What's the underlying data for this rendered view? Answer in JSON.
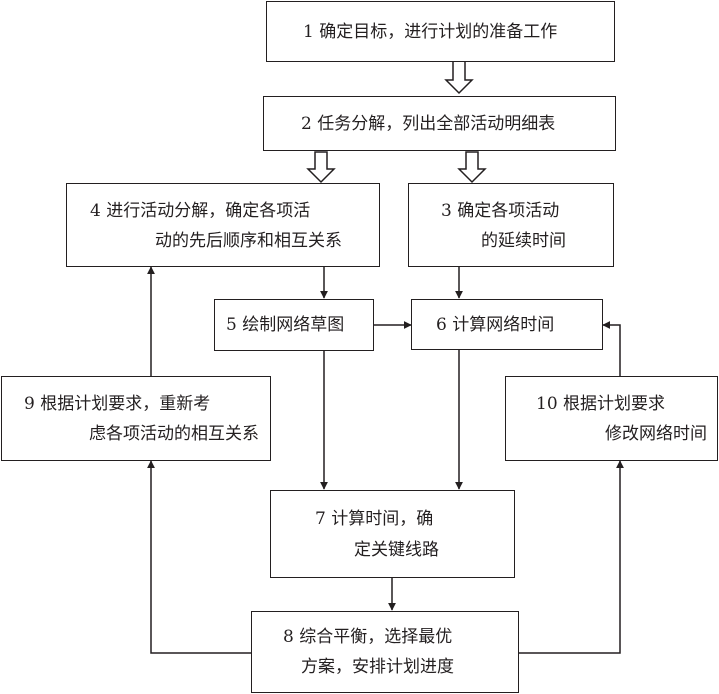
{
  "colors": {
    "line": "#231f20",
    "background": "#ffffff",
    "hollow_arrow_fill": "#ffffff"
  },
  "boxes": {
    "b1": {
      "line1": "1 确定目标，进行计划的准备工作"
    },
    "b2": {
      "line1": "2 任务分解，列出全部活动明细表"
    },
    "b3": {
      "line1": "3 确定各项活动",
      "line2": "的延续时间"
    },
    "b4": {
      "line1": "4 进行活动分解，确定各项活",
      "line2": "动的先后顺序和相互关系"
    },
    "b5": {
      "line1": "5 绘制网络草图"
    },
    "b6": {
      "line1": "6 计算网络时间"
    },
    "b7": {
      "line1": "7 计算时间，确",
      "line2": "定关键线路"
    },
    "b8": {
      "line1": "8 综合平衡，选择最优",
      "line2": "方案，安排计划进度"
    },
    "b9": {
      "line1": "9 根据计划要求，重新考",
      "line2": "虑各项活动的相互关系"
    },
    "b10": {
      "line1": "10 根据计划要求",
      "line2": "修改网络时间"
    }
  }
}
